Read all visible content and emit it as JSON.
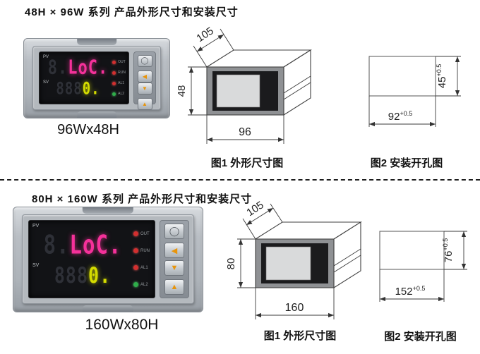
{
  "sections": [
    {
      "title": "48H × 96W 系列 产品外形尺寸和安装尺寸",
      "product_label": "96Wx48H",
      "meter": {
        "pv_label": "PV",
        "sv_label": "SV",
        "row1_dim": "8.",
        "row1_lit": "LoC.",
        "row2_dim": "888",
        "row2_lit": "0.",
        "led1": "OUT",
        "led2": "RUN",
        "led3": "AL1",
        "led4": "AL2",
        "key_set": "◯",
        "key_left": "◀",
        "key_down": "▼",
        "key_up": "▲"
      },
      "figure1": {
        "caption": "图1  外形尺寸图",
        "dim_depth": "105",
        "dim_height": "48",
        "dim_width": "96"
      },
      "figure2": {
        "caption": "图2  安装开孔图",
        "dim_width": "92",
        "dim_width_tol": "+0.5",
        "dim_height": "45",
        "dim_height_tol": "+0.5"
      }
    },
    {
      "title": "80H × 160W 系列 产品外形尺寸和安装尺寸",
      "product_label": "160Wx80H",
      "meter": {
        "pv_label": "PV",
        "sv_label": "SV",
        "row1_dim": "8.",
        "row1_lit": "LoC.",
        "row2_dim": "888",
        "row2_lit": "0.",
        "led1": "OUT",
        "led2": "RUN",
        "led3": "AL1",
        "led4": "AL2",
        "key_set": "◯",
        "key_left": "◀",
        "key_down": "▼",
        "key_up": "▲"
      },
      "figure1": {
        "caption": "图1  外形尺寸图",
        "dim_depth": "105",
        "dim_height": "80",
        "dim_width": "160"
      },
      "figure2": {
        "caption": "图2  安装开孔图",
        "dim_width": "152",
        "dim_width_tol": "+0.5",
        "dim_height": "76",
        "dim_height_tol": "+0.5"
      }
    }
  ],
  "colors": {
    "digit_pink": "#f5319a",
    "digit_yellow": "#d4dc00",
    "led_red": "#d32f2f",
    "led_green": "#2fae4a",
    "key_orange": "#e8940a",
    "case_gray": "#b3b9bf"
  }
}
